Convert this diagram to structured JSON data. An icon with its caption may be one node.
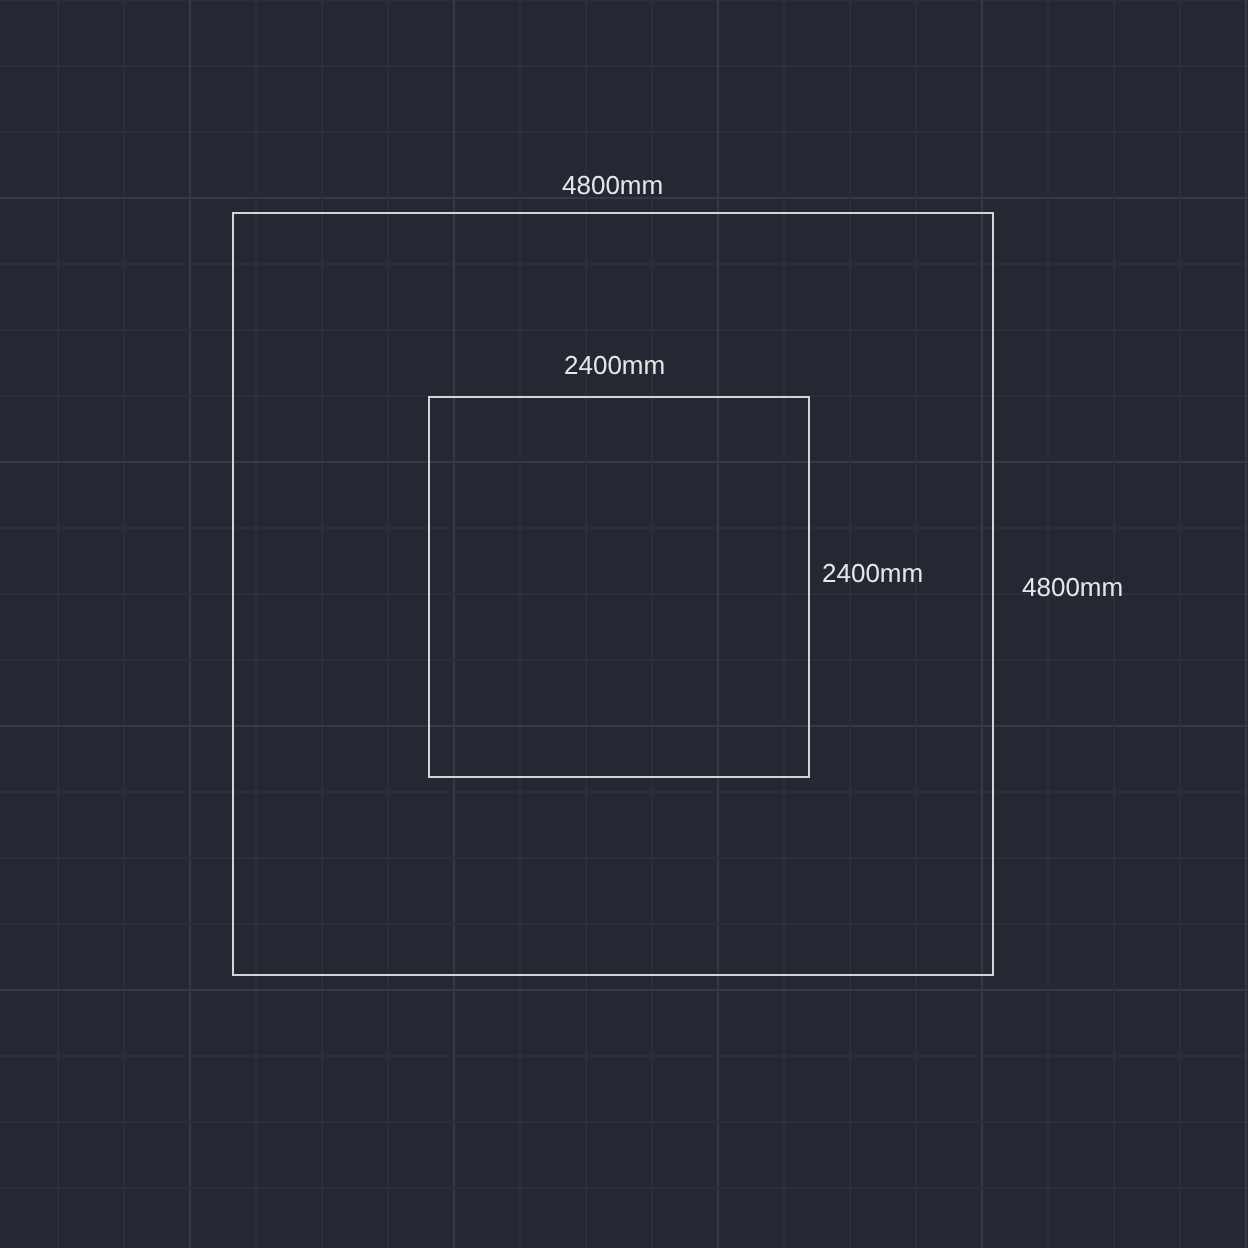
{
  "diagram": {
    "nodes": [
      {
        "text": [],
        "shape": "box"
      },
      {
        "text": [],
        "shape": "box",
        "in": 0
      }
    ],
    "labels": [
      "4800mm",
      "2400mm",
      "2400mm",
      "4800mm"
    ]
  }
}
